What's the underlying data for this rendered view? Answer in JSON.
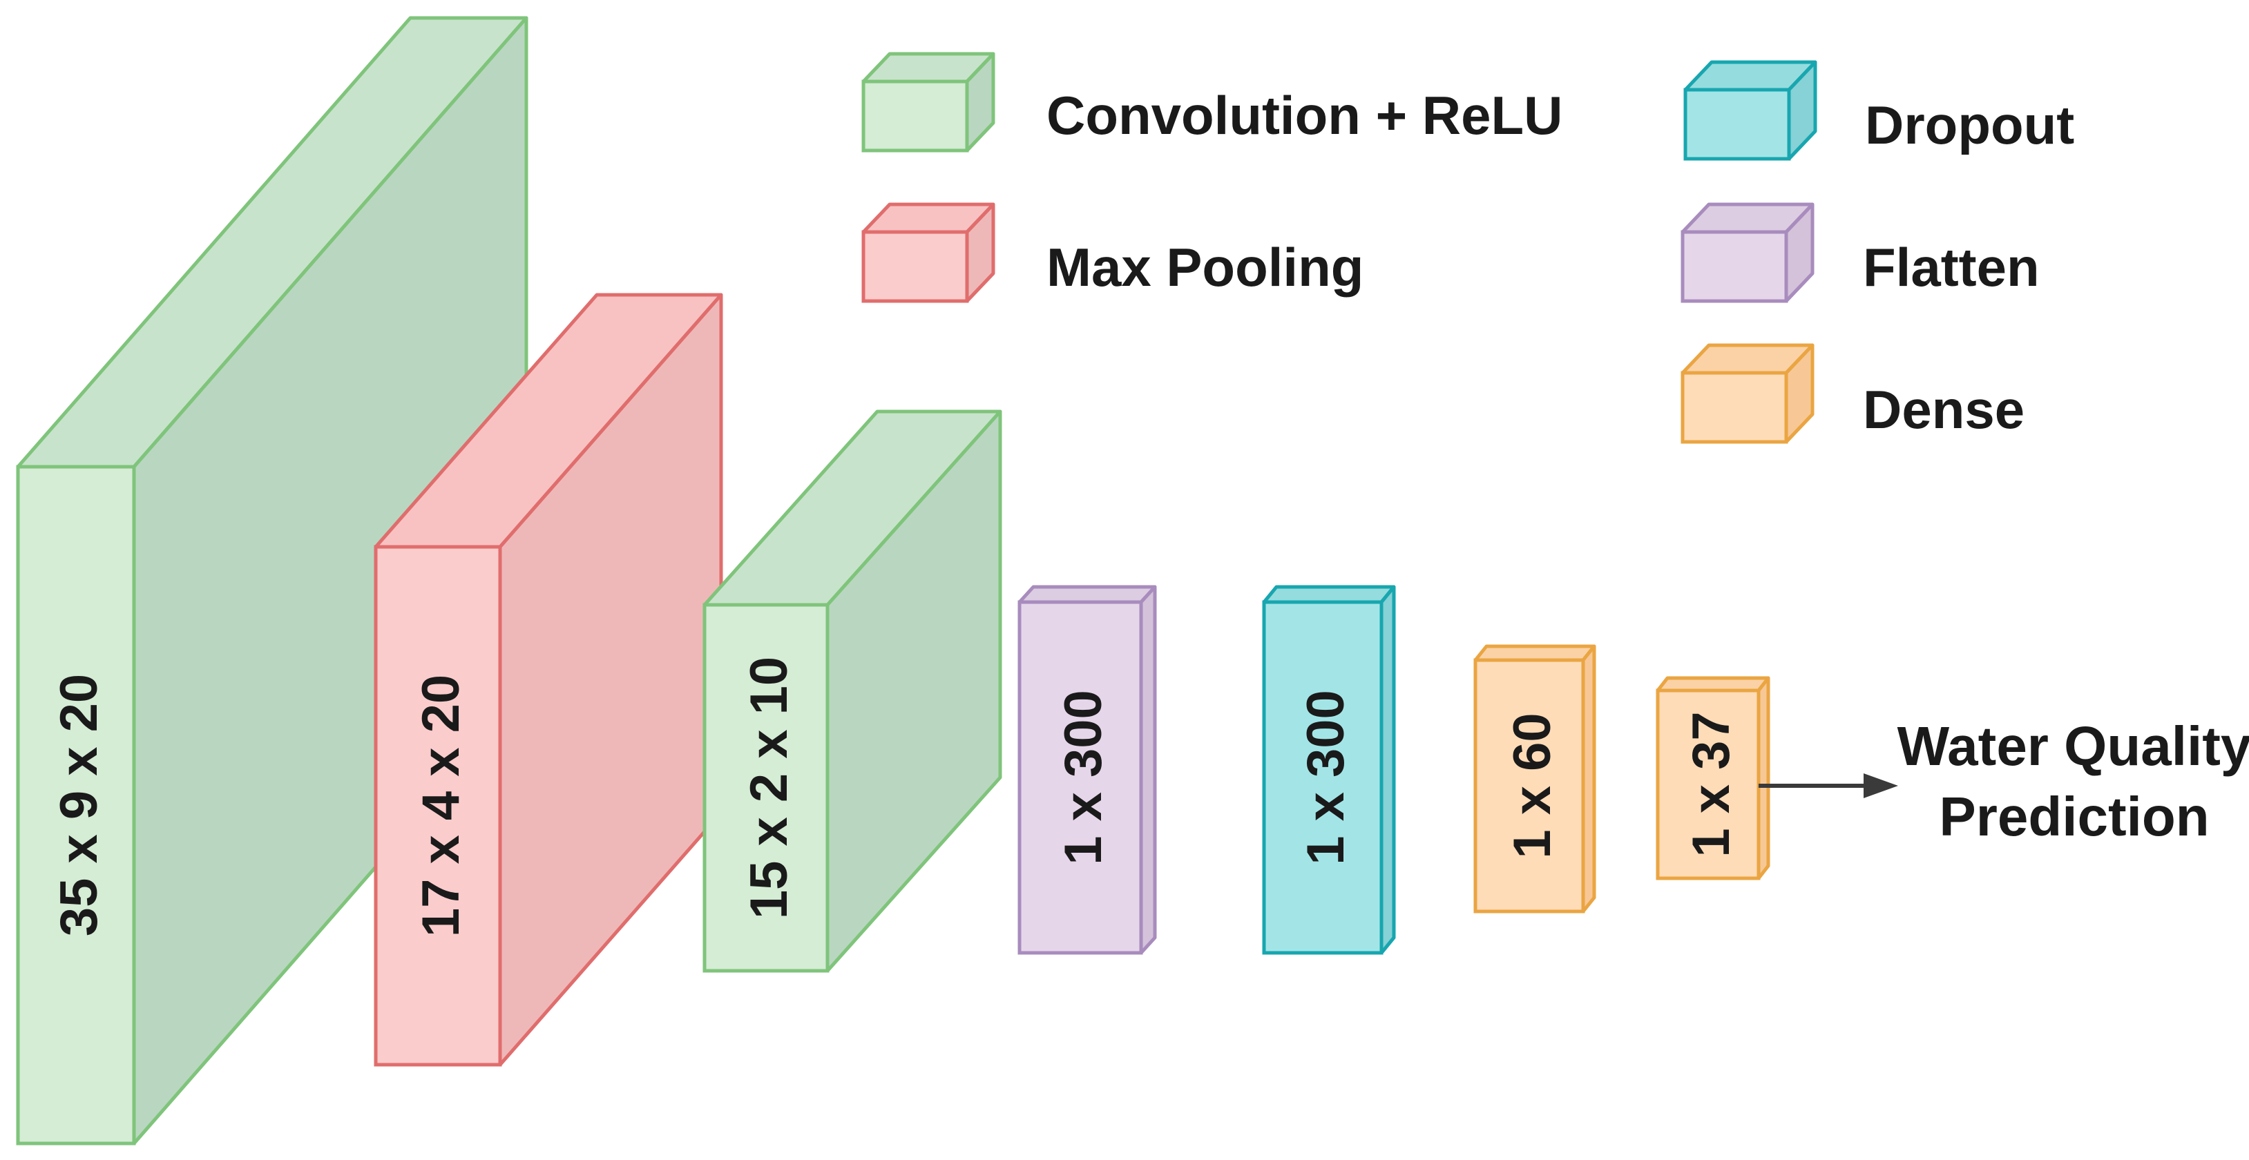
{
  "colors": {
    "conv": {
      "front": "#d5ecd5",
      "side": "#b9d7c0",
      "top": "#c8e3cb",
      "stroke": "#7fc47b"
    },
    "pool": {
      "front": "#fbcccc",
      "side": "#efb8b8",
      "top": "#f8c2c2",
      "stroke": "#e06d6d"
    },
    "flatten": {
      "front": "#e6d6ea",
      "side": "#d4c2da",
      "top": "#ddcde2",
      "stroke": "#a88cbd"
    },
    "dropout": {
      "front": "#a3e5e7",
      "side": "#86d2d6",
      "top": "#95dcde",
      "stroke": "#18a6af"
    },
    "dense": {
      "front": "#ffdcb8",
      "side": "#f7c896",
      "top": "#fbd2a6",
      "stroke": "#eaa542"
    }
  },
  "layers": [
    {
      "label": "35 x 9 x 20",
      "kind": "conv"
    },
    {
      "label": "17 x 4 x 20",
      "kind": "pool"
    },
    {
      "label": "15 x 2 x 10",
      "kind": "conv"
    },
    {
      "label": "1 x 300",
      "kind": "flatten"
    },
    {
      "label": "1 x 300",
      "kind": "dropout"
    },
    {
      "label": "1 x 60",
      "kind": "dense"
    },
    {
      "label": "1 x 37",
      "kind": "dense"
    }
  ],
  "legend": [
    {
      "label": "Convolution + ReLU",
      "kind": "conv"
    },
    {
      "label": "Max Pooling",
      "kind": "pool"
    },
    {
      "label": "Dropout",
      "kind": "dropout"
    },
    {
      "label": "Flatten",
      "kind": "flatten"
    },
    {
      "label": "Dense",
      "kind": "dense"
    }
  ],
  "output": {
    "line1": "Water Quality",
    "line2": "Prediction"
  },
  "icons": {
    "arrow": "arrow-right-icon"
  }
}
